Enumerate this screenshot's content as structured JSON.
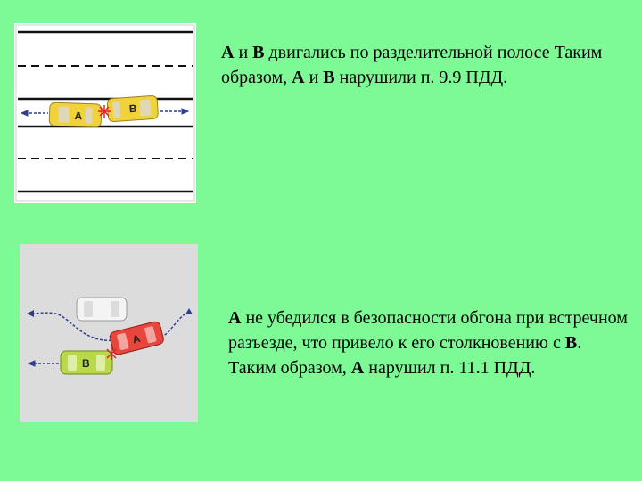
{
  "top_block": {
    "segments": [
      {
        "text": "А",
        "bold": true
      },
      {
        "text": " и ",
        "bold": false
      },
      {
        "text": "В",
        "bold": true
      },
      {
        "text": " двигались по разделительной полосе Таким образом, ",
        "bold": false
      },
      {
        "text": "А",
        "bold": true
      },
      {
        "text": " и ",
        "bold": false
      },
      {
        "text": "В",
        "bold": true
      },
      {
        "text": " нарушили п. 9.9 ПДД.",
        "bold": false
      }
    ]
  },
  "bottom_block": {
    "segments": [
      {
        "text": "А",
        "bold": true
      },
      {
        "text": " не убедился в безопасности обгона при встречном разъезде, что привело к его столкновению с ",
        "bold": false
      },
      {
        "text": "В",
        "bold": true
      },
      {
        "text": ". Таким образом, ",
        "bold": false
      },
      {
        "text": "А",
        "bold": true
      },
      {
        "text": " нарушил п. 11.1 ПДД.",
        "bold": false
      }
    ]
  },
  "diagram_top": {
    "car_a_label": "A",
    "car_b_label": "B",
    "car_color": "#f2d23a"
  },
  "diagram_bottom": {
    "car_a_label": "A",
    "car_b_label": "B",
    "car_a_color": "#e8453c",
    "car_b_color": "#b9d94a",
    "car_ghost_color": "#f4f4f4"
  },
  "colors": {
    "background": "#7dfa96",
    "arrow": "#2a3f8f",
    "collision": "#e02020"
  }
}
